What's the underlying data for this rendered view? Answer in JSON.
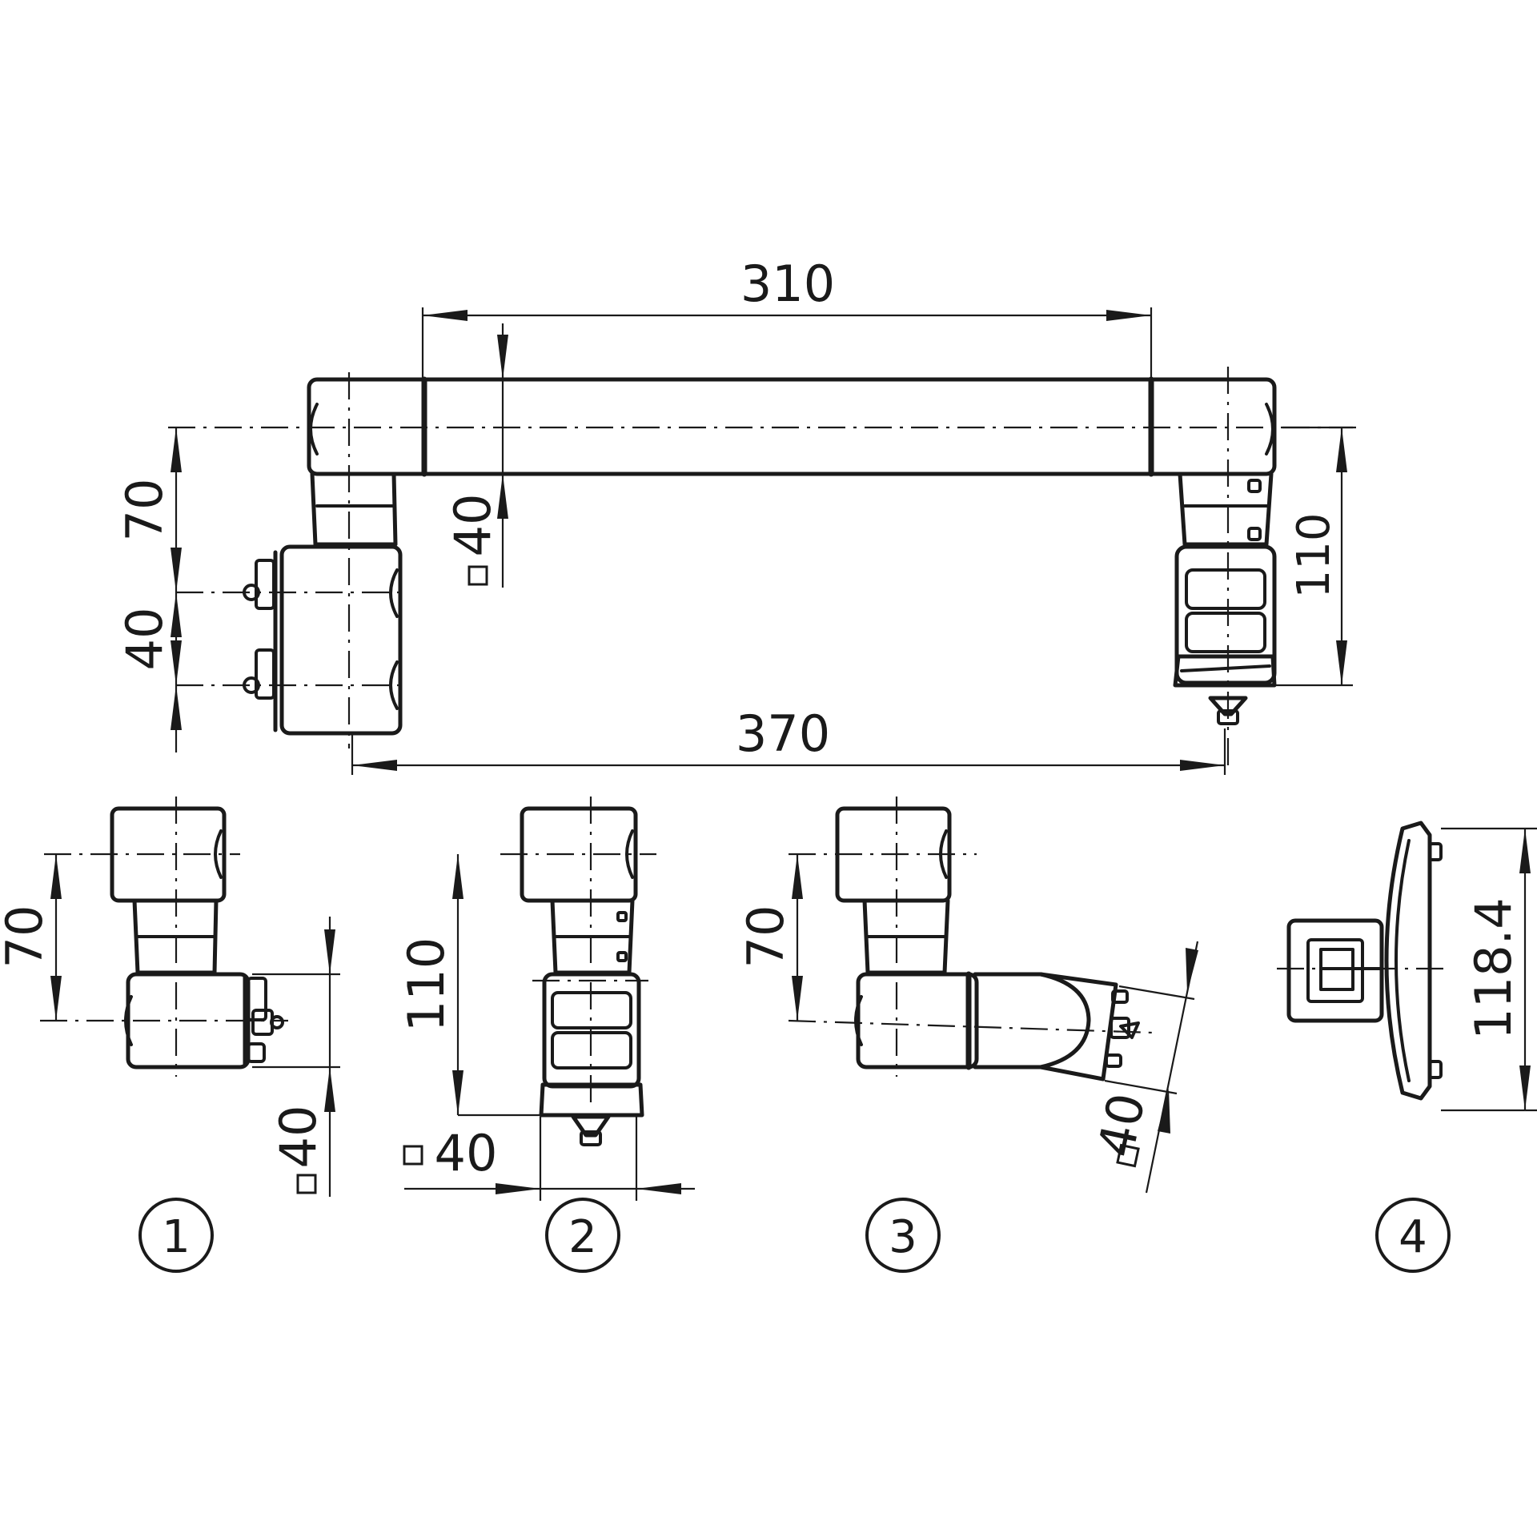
{
  "dimensions": {
    "overall_grip_length": "310",
    "overall_length": "370",
    "left_offset": "70",
    "left_height": "40",
    "right_height": "110",
    "grip_section": "40",
    "view1_offset": "70",
    "view1_section": "40",
    "view2_height": "110",
    "view2_section": "40",
    "view3_offset": "70",
    "view3_section": "40",
    "view4_height": "118.4"
  },
  "view_labels": [
    "1",
    "2",
    "3",
    "4"
  ],
  "square_symbol_icon": "square-section-icon",
  "colors": {
    "line": "#1a1a1a",
    "background": "#ffffff"
  }
}
